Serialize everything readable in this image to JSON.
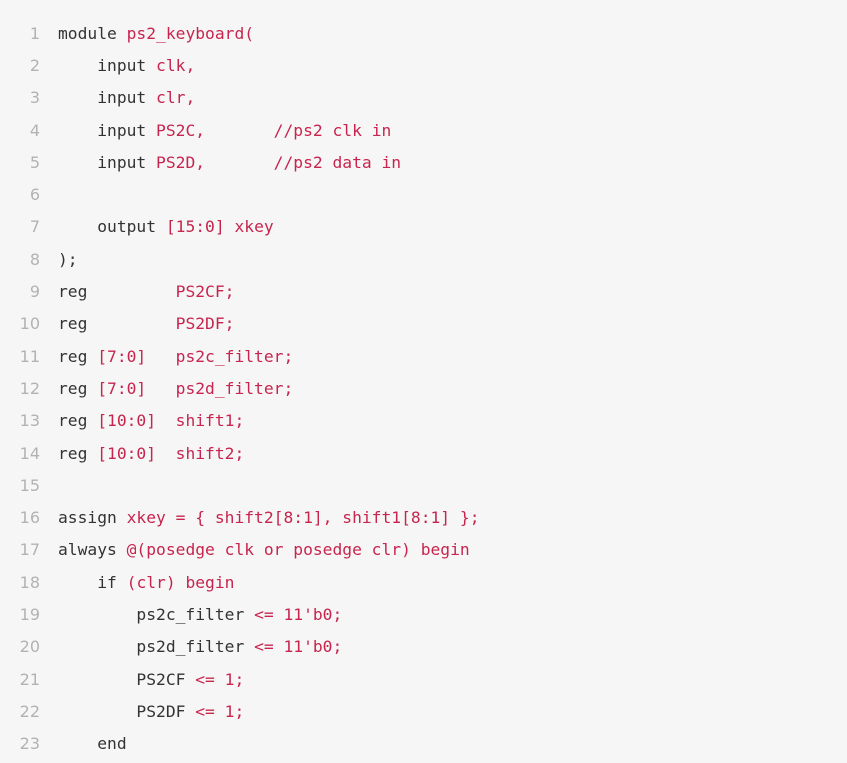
{
  "colors": {
    "background": "#f6f6f6",
    "line_number": "#b2b2b2",
    "keyword": "#333333",
    "identifier": "#c7254e"
  },
  "code": {
    "lines": [
      {
        "number": "1",
        "tokens": [
          {
            "t": "module ",
            "c": "kw"
          },
          {
            "t": "ps2_keyboard(",
            "c": "id"
          }
        ]
      },
      {
        "number": "2",
        "tokens": [
          {
            "t": "    ",
            "c": "plain"
          },
          {
            "t": "input ",
            "c": "kw"
          },
          {
            "t": "clk,",
            "c": "id"
          }
        ]
      },
      {
        "number": "3",
        "tokens": [
          {
            "t": "    ",
            "c": "plain"
          },
          {
            "t": "input ",
            "c": "kw"
          },
          {
            "t": "clr,",
            "c": "id"
          }
        ]
      },
      {
        "number": "4",
        "tokens": [
          {
            "t": "    ",
            "c": "plain"
          },
          {
            "t": "input ",
            "c": "kw"
          },
          {
            "t": "PS2C,       //ps2 clk in",
            "c": "id"
          }
        ]
      },
      {
        "number": "5",
        "tokens": [
          {
            "t": "    ",
            "c": "plain"
          },
          {
            "t": "input ",
            "c": "kw"
          },
          {
            "t": "PS2D,       //ps2 data in",
            "c": "id"
          }
        ]
      },
      {
        "number": "6",
        "tokens": []
      },
      {
        "number": "7",
        "tokens": [
          {
            "t": "    ",
            "c": "plain"
          },
          {
            "t": "output ",
            "c": "kw"
          },
          {
            "t": "[15:0] xkey",
            "c": "id"
          }
        ]
      },
      {
        "number": "8",
        "tokens": [
          {
            "t": ");",
            "c": "kw"
          }
        ]
      },
      {
        "number": "9",
        "tokens": [
          {
            "t": "reg         ",
            "c": "kw"
          },
          {
            "t": "PS2CF;",
            "c": "id"
          }
        ]
      },
      {
        "number": "10",
        "tokens": [
          {
            "t": "reg         ",
            "c": "kw"
          },
          {
            "t": "PS2DF;",
            "c": "id"
          }
        ]
      },
      {
        "number": "11",
        "tokens": [
          {
            "t": "reg ",
            "c": "kw"
          },
          {
            "t": "[7:0]   ps2c_filter;",
            "c": "id"
          }
        ]
      },
      {
        "number": "12",
        "tokens": [
          {
            "t": "reg ",
            "c": "kw"
          },
          {
            "t": "[7:0]   ps2d_filter;",
            "c": "id"
          }
        ]
      },
      {
        "number": "13",
        "tokens": [
          {
            "t": "reg ",
            "c": "kw"
          },
          {
            "t": "[10:0]  shift1;",
            "c": "id"
          }
        ]
      },
      {
        "number": "14",
        "tokens": [
          {
            "t": "reg ",
            "c": "kw"
          },
          {
            "t": "[10:0]  shift2;",
            "c": "id"
          }
        ]
      },
      {
        "number": "15",
        "tokens": []
      },
      {
        "number": "16",
        "tokens": [
          {
            "t": "assign ",
            "c": "kw"
          },
          {
            "t": "xkey = { shift2[8:1], shift1[8:1] };",
            "c": "id"
          }
        ]
      },
      {
        "number": "17",
        "tokens": [
          {
            "t": "always ",
            "c": "kw"
          },
          {
            "t": "@(posedge clk or posedge clr) begin",
            "c": "id"
          }
        ]
      },
      {
        "number": "18",
        "tokens": [
          {
            "t": "    ",
            "c": "plain"
          },
          {
            "t": "if ",
            "c": "kw"
          },
          {
            "t": "(clr) begin",
            "c": "id"
          }
        ]
      },
      {
        "number": "19",
        "tokens": [
          {
            "t": "        ",
            "c": "plain"
          },
          {
            "t": "ps2c_filter ",
            "c": "kw"
          },
          {
            "t": "<= 11'b0;",
            "c": "id"
          }
        ]
      },
      {
        "number": "20",
        "tokens": [
          {
            "t": "        ",
            "c": "plain"
          },
          {
            "t": "ps2d_filter ",
            "c": "kw"
          },
          {
            "t": "<= 11'b0;",
            "c": "id"
          }
        ]
      },
      {
        "number": "21",
        "tokens": [
          {
            "t": "        ",
            "c": "plain"
          },
          {
            "t": "PS2CF ",
            "c": "kw"
          },
          {
            "t": "<= 1;",
            "c": "id"
          }
        ]
      },
      {
        "number": "22",
        "tokens": [
          {
            "t": "        ",
            "c": "plain"
          },
          {
            "t": "PS2DF ",
            "c": "kw"
          },
          {
            "t": "<= 1;",
            "c": "id"
          }
        ]
      },
      {
        "number": "23",
        "tokens": [
          {
            "t": "    ",
            "c": "plain"
          },
          {
            "t": "end",
            "c": "kw"
          }
        ]
      }
    ]
  }
}
